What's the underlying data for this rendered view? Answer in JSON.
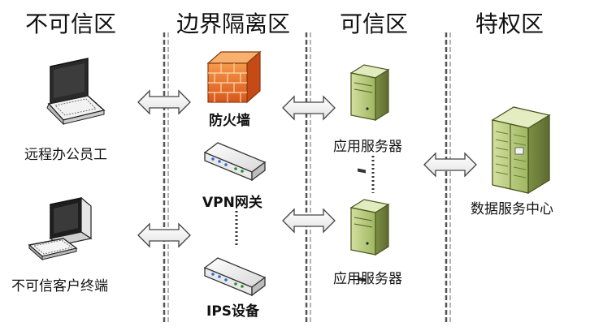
{
  "zones": [
    {
      "name": "不可信区"
    },
    {
      "name": "边界隔离区"
    },
    {
      "name": "可信区"
    },
    {
      "name": "特权区"
    }
  ],
  "devices": {
    "remote_office": "远程办公员工",
    "untrusted_client": "不可信客户终端",
    "firewall": "防火墙",
    "vpn_gateway": "VPN网关",
    "ips_device": "IPS设备",
    "app_server_top": "应用服务器",
    "app_server_bottom": "应用服务器",
    "data_center": "数据服务中心"
  },
  "icons": {
    "laptop": "laptop-icon",
    "desktop": "desktop-computer-icon",
    "firewall": "brick-firewall-icon",
    "vpn": "network-appliance-icon",
    "ips": "network-appliance-icon",
    "server": "server-tower-icon",
    "datacenter": "server-cabinet-icon",
    "arrow": "double-arrow-icon"
  },
  "colors": {
    "server_green": "#b5c97a",
    "server_dark": "#6f7f3c",
    "brick_orange": "#e8712a",
    "divider": "#666666"
  }
}
